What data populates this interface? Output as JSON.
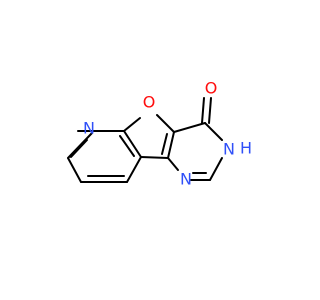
{
  "diagram": {
    "colors": {
      "bond": "#000000",
      "nitrogen": "#3050F8",
      "oxygen": "#FF0D0D",
      "background": "#FFFFFF"
    },
    "atoms": {
      "n_pyridine": "N",
      "o_furan": "O",
      "o_carbonyl": "O",
      "n_pyrimidine_top": "N",
      "h_pyrimidine": "H",
      "n_pyrimidine_bottom": "N"
    }
  }
}
